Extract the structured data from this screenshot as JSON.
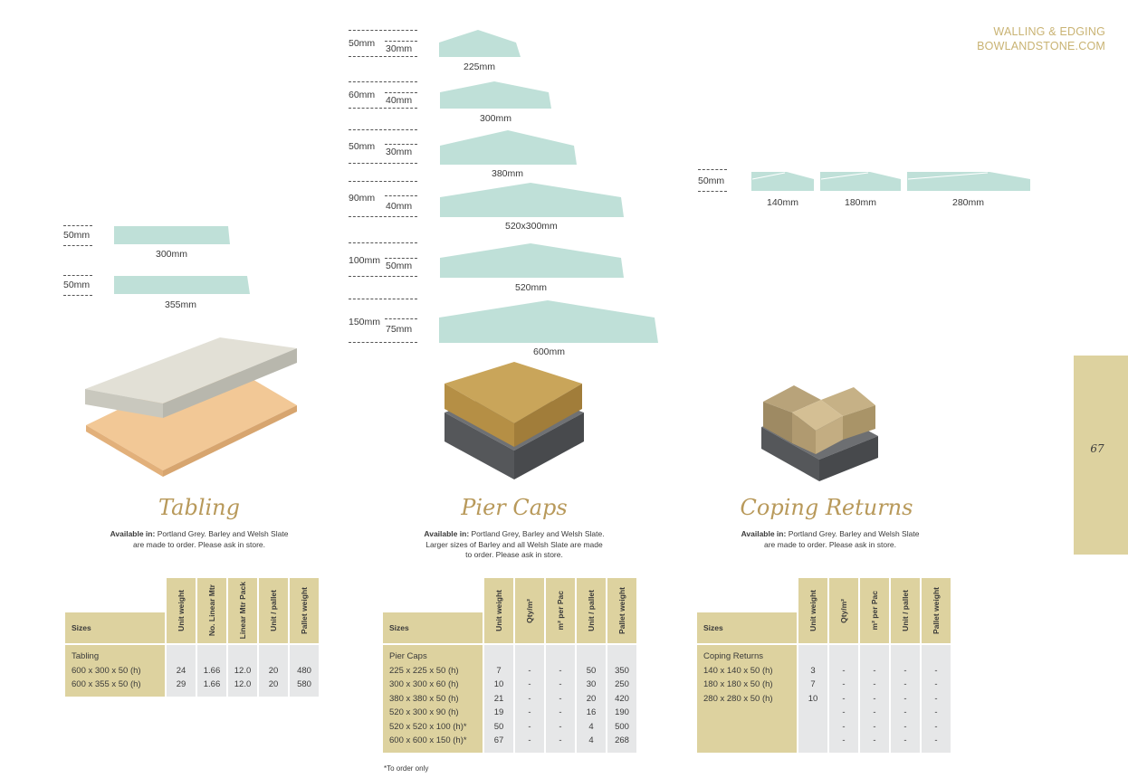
{
  "header": {
    "section": "WALLING & EDGING",
    "site": "BOWLANDSTONE.COM"
  },
  "page_number": "67",
  "colors": {
    "accent_gold": "#c9b373",
    "title_gold": "#b8995a",
    "profile_fill": "#bfe0d8",
    "header_fill": "#ddd29f",
    "cell_fill": "#e6e7e8"
  },
  "diagrams": {
    "tabling": [
      {
        "height": "50mm",
        "width": "300mm"
      },
      {
        "height": "50mm",
        "width": "355mm"
      }
    ],
    "pier_caps": [
      {
        "height": "50mm",
        "edge": "30mm",
        "width": "225mm"
      },
      {
        "height": "60mm",
        "edge": "40mm",
        "width": "300mm"
      },
      {
        "height": "50mm",
        "edge": "30mm",
        "width": "380mm"
      },
      {
        "height": "90mm",
        "edge": "40mm",
        "width": "520x300mm"
      },
      {
        "height": "100mm",
        "edge": "50mm",
        "width": "520mm"
      },
      {
        "height": "150mm",
        "edge": "75mm",
        "width": "600mm"
      }
    ],
    "coping_returns": {
      "height": "50mm",
      "widths": [
        "140mm",
        "180mm",
        "280mm"
      ]
    }
  },
  "products": {
    "tabling": {
      "title": "Tabling",
      "avail_label": "Available in:",
      "avail_lines": [
        " Portland Grey. Barley and Welsh Slate",
        "are made to order. Please ask in store."
      ],
      "table": {
        "sizes_label": "Sizes",
        "columns": [
          "Unit weight",
          "No. Linear Mtr",
          "Linear Mtr Pack",
          "Unit / pallet",
          "Pallet weight"
        ],
        "group": "Tabling",
        "rows": [
          {
            "size": "600 x 300 x 50 (h)",
            "values": [
              "24",
              "1.66",
              "12.0",
              "20",
              "480"
            ]
          },
          {
            "size": "600 x 355 x 50 (h)",
            "values": [
              "29",
              "1.66",
              "12.0",
              "20",
              "580"
            ]
          }
        ]
      }
    },
    "pier_caps": {
      "title": "Pier Caps",
      "avail_label": "Available in:",
      "avail_lines": [
        " Portland Grey, Barley and Welsh Slate.",
        "Larger sizes of Barley and all Welsh Slate are made",
        "to order. Please ask in store."
      ],
      "table": {
        "sizes_label": "Sizes",
        "columns": [
          "Unit weight",
          "Qty/m²",
          "m² per Pac",
          "Unit / pallet",
          "Pallet weight"
        ],
        "group": "Pier Caps",
        "rows": [
          {
            "size": "225 x 225 x 50 (h)",
            "values": [
              "7",
              "-",
              "-",
              "50",
              "350"
            ]
          },
          {
            "size": "300 x 300 x 60 (h)",
            "values": [
              "10",
              "-",
              "-",
              "30",
              "250"
            ]
          },
          {
            "size": "380 x 380 x 50 (h)",
            "values": [
              "21",
              "-",
              "-",
              "20",
              "420"
            ]
          },
          {
            "size": "520 x 300 x 90 (h)",
            "values": [
              "19",
              "-",
              "-",
              "16",
              "190"
            ]
          },
          {
            "size": "520 x 520 x 100 (h)*",
            "values": [
              "50",
              "-",
              "-",
              "4",
              "500"
            ]
          },
          {
            "size": "600 x 600 x 150 (h)*",
            "values": [
              "67",
              "-",
              "-",
              "4",
              "268"
            ]
          }
        ]
      },
      "footnote": "*To order only"
    },
    "coping_returns": {
      "title": "Coping Returns",
      "avail_label": "Available in:",
      "avail_lines": [
        " Portland Grey. Barley and Welsh Slate",
        "are made to order. Please ask in store."
      ],
      "table": {
        "sizes_label": "Sizes",
        "columns": [
          "Unit weight",
          "Qty/m²",
          "m² per Pac",
          "Unit / pallet",
          "Pallet weight"
        ],
        "group": "Coping Returns",
        "rows": [
          {
            "size": "140 x 140 x 50 (h)",
            "values": [
              "3",
              "-",
              "-",
              "-",
              "-"
            ]
          },
          {
            "size": "180 x 180 x 50 (h)",
            "values": [
              "7",
              "-",
              "-",
              "-",
              "-"
            ]
          },
          {
            "size": "280 x 280 x 50 (h)",
            "values": [
              "10",
              "-",
              "-",
              "-",
              "-"
            ]
          },
          {
            "size": "",
            "values": [
              "",
              "-",
              "-",
              "-",
              "-"
            ]
          },
          {
            "size": "",
            "values": [
              "",
              "-",
              "-",
              "-",
              "-"
            ]
          },
          {
            "size": "",
            "values": [
              "",
              "-",
              "-",
              "-",
              "-"
            ]
          }
        ]
      }
    }
  }
}
